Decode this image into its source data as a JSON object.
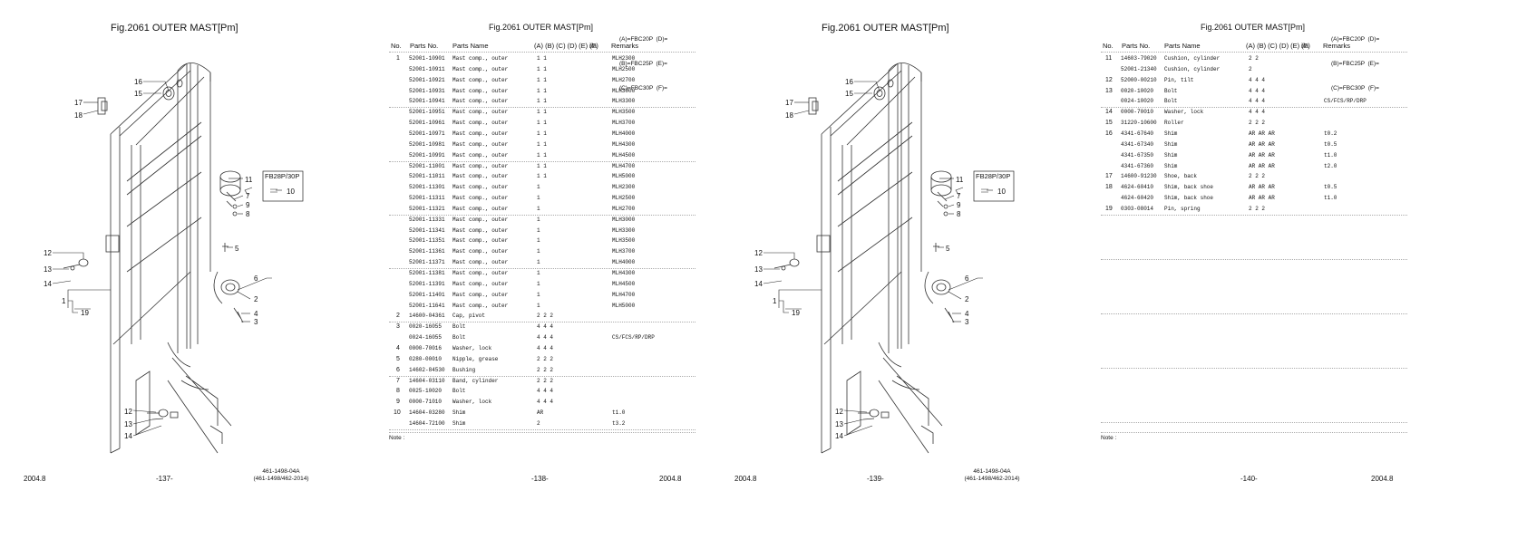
{
  "pages": [
    {
      "fig_title": "Fig.2061  OUTER MAST[Pm]",
      "date": "2004.8",
      "page_no": "-137-",
      "doc_code": "461-1498-04A",
      "doc_code2": "(461-1498/462-2014)"
    },
    {
      "fig_title": "Fig.2061  OUTER MAST[Pm]",
      "date": "2004.8",
      "page_no": "-138-"
    },
    {
      "fig_title": "Fig.2061  OUTER MAST[Pm]",
      "date": "2004.8",
      "page_no": "-139-",
      "doc_code": "461-1498-04A",
      "doc_code2": "(461-1498/462-2014)"
    },
    {
      "fig_title": "Fig.2061  OUTER MAST[Pm]",
      "date": "2004.8",
      "page_no": "-140-"
    }
  ],
  "legend": [
    "(A)=FBC20P  (D)=",
    "(B)=FBC25P  (E)=",
    "(C)=FBC30P  (F)="
  ],
  "columns": {
    "no": "No.",
    "parts_no": "Parts No.",
    "parts_name": "Parts Name",
    "models": "(A) (B) (C) (D) (E) (F)",
    "ia": "i/a",
    "remarks": "Remarks"
  },
  "note_label": "Note :",
  "drawing": {
    "box_label": "FB28P/30P",
    "callouts_main": [
      "16",
      "15",
      "17",
      "18",
      "11",
      "10",
      "7",
      "9",
      "8",
      "5",
      "12",
      "13",
      "14",
      "6",
      "2",
      "4",
      "3",
      "1",
      "19"
    ],
    "callouts_detail": [
      "12",
      "13",
      "14"
    ]
  },
  "table_left": [
    {
      "no": "1",
      "pn": "52001-10901",
      "name": "Mast comp., outer",
      "qty": "1  1",
      "ia": "",
      "rem": "MLH2300",
      "sep": ""
    },
    {
      "no": "",
      "pn": "52001-10911",
      "name": "Mast comp., outer",
      "qty": "1  1",
      "ia": "",
      "rem": "MLH2500",
      "sep": ""
    },
    {
      "no": "",
      "pn": "52001-10921",
      "name": "Mast comp., outer",
      "qty": "1  1",
      "ia": "",
      "rem": "MLH2700",
      "sep": ""
    },
    {
      "no": "",
      "pn": "52001-10931",
      "name": "Mast comp., outer",
      "qty": "1  1",
      "ia": "",
      "rem": "MLH3000",
      "sep": ""
    },
    {
      "no": "",
      "pn": "52001-10941",
      "name": "Mast comp., outer",
      "qty": "1  1",
      "ia": "",
      "rem": "MLH3300",
      "sep": "d"
    },
    {
      "no": "",
      "pn": "52001-10951",
      "name": "Mast comp., outer",
      "qty": "1  1",
      "ia": "",
      "rem": "MLH3500",
      "sep": ""
    },
    {
      "no": "",
      "pn": "52001-10961",
      "name": "Mast comp., outer",
      "qty": "1  1",
      "ia": "",
      "rem": "MLH3700",
      "sep": ""
    },
    {
      "no": "",
      "pn": "52001-10971",
      "name": "Mast comp., outer",
      "qty": "1  1",
      "ia": "",
      "rem": "MLH4000",
      "sep": ""
    },
    {
      "no": "",
      "pn": "52001-10981",
      "name": "Mast comp., outer",
      "qty": "1  1",
      "ia": "",
      "rem": "MLH4300",
      "sep": ""
    },
    {
      "no": "",
      "pn": "52001-10991",
      "name": "Mast comp., outer",
      "qty": "1  1",
      "ia": "",
      "rem": "MLH4500",
      "sep": "d"
    },
    {
      "no": "",
      "pn": "52001-11001",
      "name": "Mast comp., outer",
      "qty": "1  1",
      "ia": "",
      "rem": "MLH4700",
      "sep": ""
    },
    {
      "no": "",
      "pn": "52001-11011",
      "name": "Mast comp., outer",
      "qty": "1  1",
      "ia": "",
      "rem": "MLH5000",
      "sep": ""
    },
    {
      "no": "",
      "pn": "52001-11301",
      "name": "Mast comp., outer",
      "qty": "      1",
      "ia": "",
      "rem": "MLH2300",
      "sep": ""
    },
    {
      "no": "",
      "pn": "52001-11311",
      "name": "Mast comp., outer",
      "qty": "      1",
      "ia": "",
      "rem": "MLH2500",
      "sep": ""
    },
    {
      "no": "",
      "pn": "52001-11321",
      "name": "Mast comp., outer",
      "qty": "      1",
      "ia": "",
      "rem": "MLH2700",
      "sep": "d"
    },
    {
      "no": "",
      "pn": "52001-11331",
      "name": "Mast comp., outer",
      "qty": "      1",
      "ia": "",
      "rem": "MLH3000",
      "sep": ""
    },
    {
      "no": "",
      "pn": "52001-11341",
      "name": "Mast comp., outer",
      "qty": "      1",
      "ia": "",
      "rem": "MLH3300",
      "sep": ""
    },
    {
      "no": "",
      "pn": "52001-11351",
      "name": "Mast comp., outer",
      "qty": "      1",
      "ia": "",
      "rem": "MLH3500",
      "sep": ""
    },
    {
      "no": "",
      "pn": "52001-11361",
      "name": "Mast comp., outer",
      "qty": "      1",
      "ia": "",
      "rem": "MLH3700",
      "sep": ""
    },
    {
      "no": "",
      "pn": "52001-11371",
      "name": "Mast comp., outer",
      "qty": "      1",
      "ia": "",
      "rem": "MLH4000",
      "sep": "d"
    },
    {
      "no": "",
      "pn": "52001-11381",
      "name": "Mast comp., outer",
      "qty": "      1",
      "ia": "",
      "rem": "MLH4300",
      "sep": ""
    },
    {
      "no": "",
      "pn": "52001-11391",
      "name": "Mast comp., outer",
      "qty": "      1",
      "ia": "",
      "rem": "MLH4500",
      "sep": ""
    },
    {
      "no": "",
      "pn": "52001-11401",
      "name": "Mast comp., outer",
      "qty": "      1",
      "ia": "",
      "rem": "MLH4700",
      "sep": ""
    },
    {
      "no": "",
      "pn": "52001-11641",
      "name": "Mast comp., outer",
      "qty": "      1",
      "ia": "",
      "rem": "MLH5000",
      "sep": ""
    },
    {
      "no": "2",
      "pn": "14600-04361",
      "name": "Cap, pivot",
      "qty": "2  2  2",
      "ia": "",
      "rem": "",
      "sep": "d"
    },
    {
      "no": "3",
      "pn": "0020-16055",
      "name": "Bolt",
      "qty": "4  4  4",
      "ia": "",
      "rem": "",
      "sep": ""
    },
    {
      "no": "",
      "pn": "0024-16055",
      "name": "Bolt",
      "qty": "4  4  4",
      "ia": "",
      "rem": "CS/FCS/RP/DRP",
      "sep": ""
    },
    {
      "no": "4",
      "pn": "0000-70016",
      "name": "Washer, lock",
      "qty": "4  4  4",
      "ia": "",
      "rem": "",
      "sep": ""
    },
    {
      "no": "5",
      "pn": "0280-00010",
      "name": "Nipple, grease",
      "qty": "2  2  2",
      "ia": "",
      "rem": "",
      "sep": ""
    },
    {
      "no": "6",
      "pn": "14602-84530",
      "name": "Bushing",
      "qty": "2  2  2",
      "ia": "",
      "rem": "",
      "sep": "d"
    },
    {
      "no": "7",
      "pn": "14604-03110",
      "name": "Band, cylinder",
      "qty": "2  2  2",
      "ia": "",
      "rem": "",
      "sep": ""
    },
    {
      "no": "8",
      "pn": "0025-10020",
      "name": "Bolt",
      "qty": "4  4  4",
      "ia": "",
      "rem": "",
      "sep": ""
    },
    {
      "no": "9",
      "pn": "0000-71010",
      "name": "Washer, lock",
      "qty": "4  4  4",
      "ia": "",
      "rem": "",
      "sep": ""
    },
    {
      "no": "10",
      "pn": "14604-03280",
      "name": "Shim",
      "qty": "      AR",
      "ia": "",
      "rem": "t1.0",
      "sep": ""
    },
    {
      "no": "",
      "pn": "14604-72100",
      "name": "Shim",
      "qty": "      2",
      "ia": "",
      "rem": "t3.2",
      "sep": "d"
    }
  ],
  "table_right": [
    {
      "no": "11",
      "pn": "14603-79020",
      "name": "Cushion, cylinder",
      "qty": "2  2",
      "ia": "",
      "rem": "",
      "sep": ""
    },
    {
      "no": "",
      "pn": "52001-21340",
      "name": "Cushion, cylinder",
      "qty": "      2",
      "ia": "",
      "rem": "",
      "sep": ""
    },
    {
      "no": "12",
      "pn": "52000-00210",
      "name": "Pin, tilt",
      "qty": "4  4  4",
      "ia": "",
      "rem": "",
      "sep": ""
    },
    {
      "no": "13",
      "pn": "0020-10020",
      "name": "Bolt",
      "qty": "4  4  4",
      "ia": "",
      "rem": "",
      "sep": ""
    },
    {
      "no": "",
      "pn": "0024-10020",
      "name": "Bolt",
      "qty": "4  4  4",
      "ia": "",
      "rem": "CS/FCS/RP/DRP",
      "sep": "d"
    },
    {
      "no": "14",
      "pn": "0000-70010",
      "name": "Washer, lock",
      "qty": "4  4  4",
      "ia": "",
      "rem": "",
      "sep": ""
    },
    {
      "no": "15",
      "pn": "31220-10600",
      "name": "Roller",
      "qty": "2  2  2",
      "ia": "",
      "rem": "",
      "sep": ""
    },
    {
      "no": "16",
      "pn": "4341-67640",
      "name": "Shim",
      "qty": "AR AR AR",
      "ia": "",
      "rem": "t0.2",
      "sep": ""
    },
    {
      "no": "",
      "pn": "4341-67340",
      "name": "Shim",
      "qty": "AR AR AR",
      "ia": "",
      "rem": "t0.5",
      "sep": ""
    },
    {
      "no": "",
      "pn": "4341-67350",
      "name": "Shim",
      "qty": "AR AR AR",
      "ia": "",
      "rem": "t1.0",
      "sep": ""
    },
    {
      "no": "",
      "pn": "4341-67360",
      "name": "Shim",
      "qty": "AR AR AR",
      "ia": "",
      "rem": "t2.0",
      "sep": ""
    },
    {
      "no": "17",
      "pn": "14600-91230",
      "name": "Shoe, back",
      "qty": "2  2  2",
      "ia": "",
      "rem": "",
      "sep": ""
    },
    {
      "no": "18",
      "pn": "4624-60410",
      "name": "Shim, back shoe",
      "qty": "AR AR AR",
      "ia": "",
      "rem": "t0.5",
      "sep": ""
    },
    {
      "no": "",
      "pn": "4624-60420",
      "name": "Shim, back shoe",
      "qty": "AR AR AR",
      "ia": "",
      "rem": "t1.0",
      "sep": ""
    },
    {
      "no": "19",
      "pn": "0303-08014",
      "name": "Pin, spring",
      "qty": "2  2  2",
      "ia": "",
      "rem": "",
      "sep": "d"
    }
  ]
}
